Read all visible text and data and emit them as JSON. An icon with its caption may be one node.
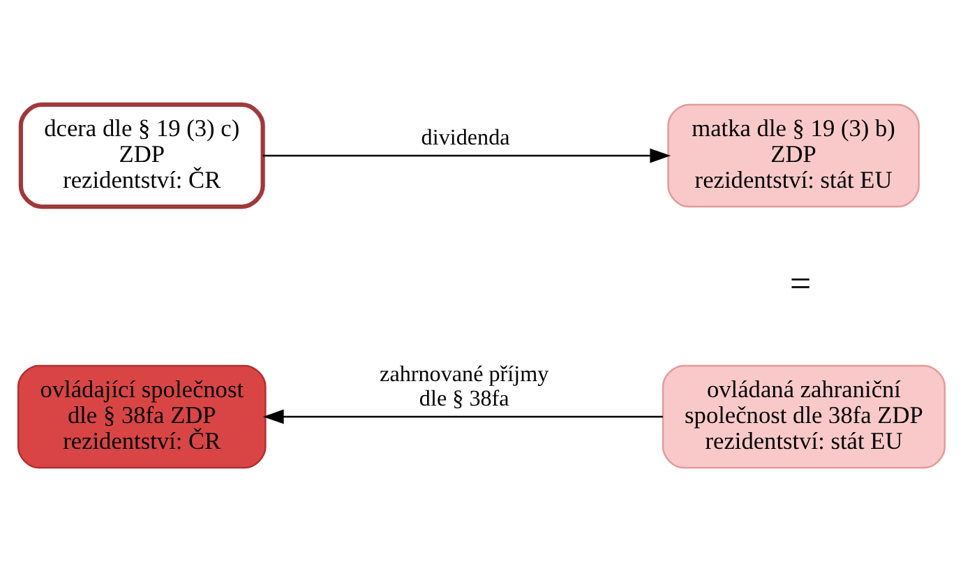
{
  "diagram": {
    "nodes": [
      {
        "text": [
          "dcera dle § 19 (3) c) ZDP",
          "rezidentství: ČR"
        ]
      },
      {
        "text": [
          "matka dle § 19 (3) b) ZDP",
          "rezidentství: stát EU"
        ]
      },
      {
        "text": [
          "ovládaná zahraniční společnost dle 38fa ZDP",
          "rezidentství: stát EU"
        ]
      },
      {
        "text": [
          "ovládající společnost dle § 38fa ZDP",
          "rezidentství: ČR"
        ]
      }
    ],
    "edges": [
      {
        "from": 0,
        "to": 1,
        "arrow": "to",
        "label": "dividenda"
      },
      {
        "from": 2,
        "to": 3,
        "arrow": "to",
        "label": "zahrnované příjmy dle § 38fa"
      }
    ],
    "labels": [
      "="
    ]
  }
}
